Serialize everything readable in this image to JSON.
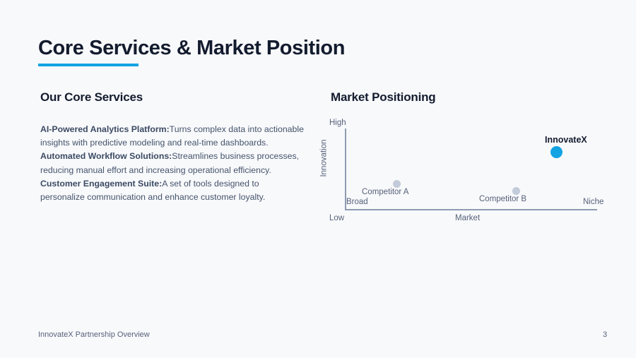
{
  "slide": {
    "title": "Core Services & Market Position",
    "accent_color": "#13a3e3",
    "heading_color": "#131b2e",
    "background_color": "#f8f9fb"
  },
  "services": {
    "heading": "Our Core Services",
    "items": [
      {
        "term": "AI-Powered Analytics Platform:",
        "description": "Turns complex data into actionable insights with predictive modeling and real-time dashboards."
      },
      {
        "term": "Automated Workflow Solutions:",
        "description": "Streamlines business processes, reducing manual effort and increasing operational efficiency."
      },
      {
        "term": "Customer Engagement Suite:",
        "description": "A set of tools designed to personalize communication and enhance customer loyalty."
      }
    ]
  },
  "chart_data": {
    "type": "scatter",
    "title": "Market Positioning",
    "xlabel": "Market",
    "ylabel": "Innovation",
    "x_tick_labels": [
      "Broad",
      "Niche"
    ],
    "y_tick_labels": [
      "Low",
      "High"
    ],
    "xlim": [
      0,
      100
    ],
    "ylim": [
      0,
      100
    ],
    "grid": false,
    "legend": "none",
    "points": [
      {
        "name": "Competitor A",
        "x": 20,
        "y": 32,
        "color": "#c2cbda",
        "size": 11,
        "highlight": false
      },
      {
        "name": "Competitor B",
        "x": 67,
        "y": 24,
        "color": "#c2cbda",
        "size": 11,
        "highlight": false
      },
      {
        "name": "InnovateX",
        "x": 82,
        "y": 66,
        "color": "#13a3e3",
        "size": 17,
        "highlight": true
      }
    ]
  },
  "footer": {
    "text": "InnovateX Partnership Overview",
    "page_number": "3"
  }
}
